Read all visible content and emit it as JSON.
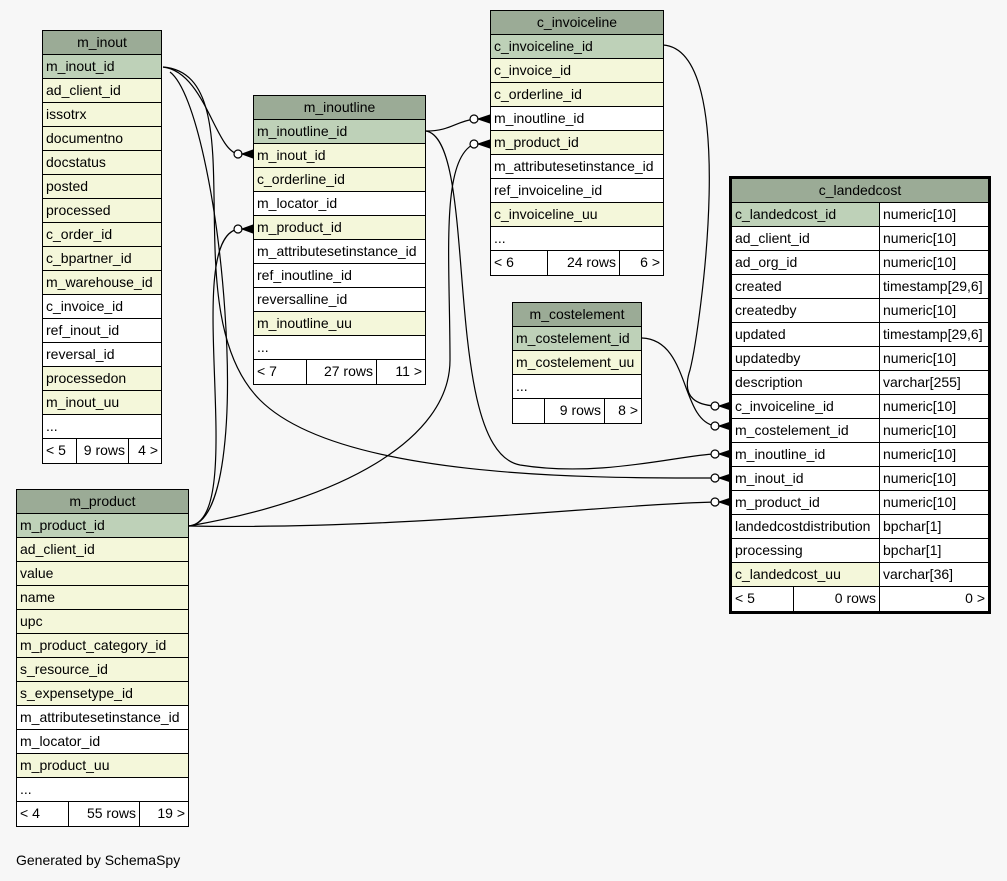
{
  "diagram": {
    "credit": "Generated by SchemaSpy",
    "colors": {
      "header": "#9bab96",
      "primary_key": "#bed1b8",
      "foreign_key": "#f4f7da",
      "plain": "#ffffff",
      "background": "#f7f7f7"
    },
    "tables": {
      "m_inout": {
        "title": "m_inout",
        "columns": [
          "m_inout_id",
          "ad_client_id",
          "issotrx",
          "documentno",
          "docstatus",
          "posted",
          "processed",
          "c_order_id",
          "c_bpartner_id",
          "m_warehouse_id",
          "c_invoice_id",
          "ref_inout_id",
          "reversal_id",
          "processedon",
          "m_inout_uu",
          "..."
        ],
        "footer": [
          "< 5",
          "9 rows",
          "4 >"
        ]
      },
      "m_inoutline": {
        "title": "m_inoutline",
        "columns": [
          "m_inoutline_id",
          "m_inout_id",
          "c_orderline_id",
          "m_locator_id",
          "m_product_id",
          "m_attributesetinstance_id",
          "ref_inoutline_id",
          "reversalline_id",
          "m_inoutline_uu",
          "..."
        ],
        "footer": [
          "< 7",
          "27 rows",
          "11 >"
        ]
      },
      "c_invoiceline": {
        "title": "c_invoiceline",
        "columns": [
          "c_invoiceline_id",
          "c_invoice_id",
          "c_orderline_id",
          "m_inoutline_id",
          "m_product_id",
          "m_attributesetinstance_id",
          "ref_invoiceline_id",
          "c_invoiceline_uu",
          "..."
        ],
        "footer": [
          "< 6",
          "24 rows",
          "6 >"
        ]
      },
      "m_costelement": {
        "title": "m_costelement",
        "columns": [
          "m_costelement_id",
          "m_costelement_uu",
          "..."
        ],
        "footer": [
          "",
          "9 rows",
          "8 >"
        ]
      },
      "m_product": {
        "title": "m_product",
        "columns": [
          "m_product_id",
          "ad_client_id",
          "value",
          "name",
          "upc",
          "m_product_category_id",
          "s_resource_id",
          "s_expensetype_id",
          "m_attributesetinstance_id",
          "m_locator_id",
          "m_product_uu",
          "..."
        ],
        "footer": [
          "< 4",
          "55 rows",
          "19 >"
        ]
      },
      "c_landedcost": {
        "title": "c_landedcost",
        "columns": [
          {
            "name": "c_landedcost_id",
            "type": "numeric[10]"
          },
          {
            "name": "ad_client_id",
            "type": "numeric[10]"
          },
          {
            "name": "ad_org_id",
            "type": "numeric[10]"
          },
          {
            "name": "created",
            "type": "timestamp[29,6]"
          },
          {
            "name": "createdby",
            "type": "numeric[10]"
          },
          {
            "name": "updated",
            "type": "timestamp[29,6]"
          },
          {
            "name": "updatedby",
            "type": "numeric[10]"
          },
          {
            "name": "description",
            "type": "varchar[255]"
          },
          {
            "name": "c_invoiceline_id",
            "type": "numeric[10]"
          },
          {
            "name": "m_costelement_id",
            "type": "numeric[10]"
          },
          {
            "name": "m_inoutline_id",
            "type": "numeric[10]"
          },
          {
            "name": "m_inout_id",
            "type": "numeric[10]"
          },
          {
            "name": "m_product_id",
            "type": "numeric[10]"
          },
          {
            "name": "landedcostdistribution",
            "type": "bpchar[1]"
          },
          {
            "name": "processing",
            "type": "bpchar[1]"
          },
          {
            "name": "c_landedcost_uu",
            "type": "varchar[36]"
          }
        ],
        "footer": [
          "< 5",
          "0 rows",
          "0 >"
        ]
      }
    }
  }
}
